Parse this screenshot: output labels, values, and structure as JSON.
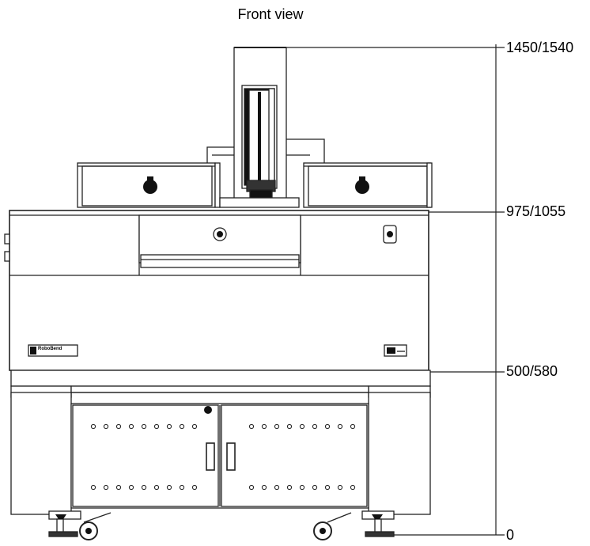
{
  "title": "Front view",
  "dimensions": [
    {
      "id": "top",
      "label": "1450/1540",
      "value_mm": "1450/1540"
    },
    {
      "id": "work_table",
      "label": "975/1055",
      "value_mm": "975/1055"
    },
    {
      "id": "cabinet_top",
      "label": "500/580",
      "value_mm": "500/580"
    },
    {
      "id": "floor",
      "label": "0",
      "value_mm": "0"
    }
  ],
  "nameplate_left": "RoboBend",
  "colors": {
    "line": "#222222",
    "fill": "#ffffff",
    "dark": "#111111"
  }
}
